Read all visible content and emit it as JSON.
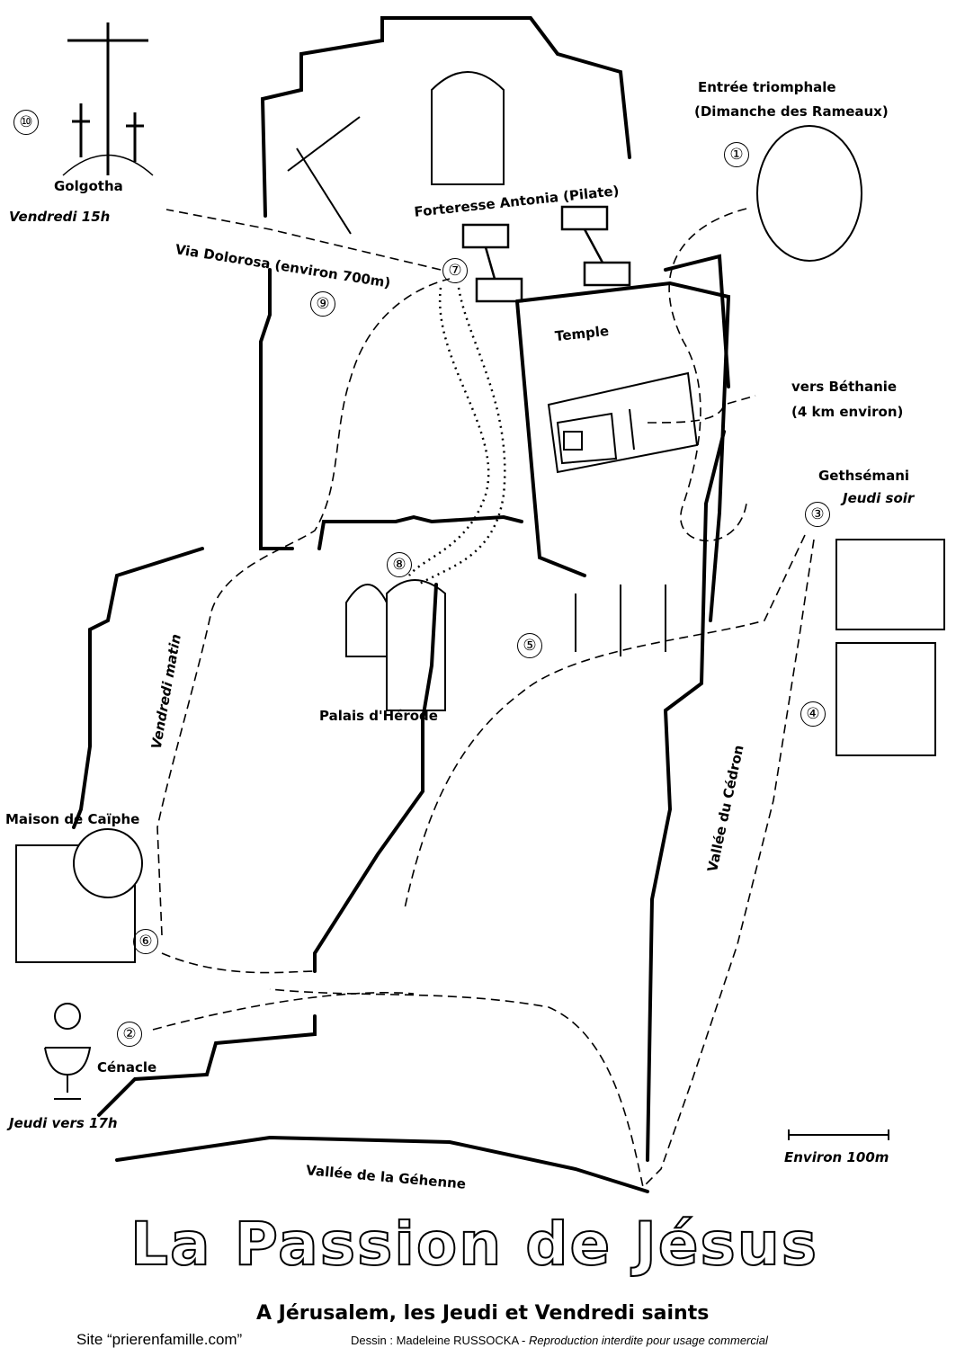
{
  "title": "La Passion de Jésus",
  "subtitle": "A Jérusalem, les Jeudi et Vendredi saints",
  "footer": {
    "site": "Site “prierenfamille.com”",
    "credit": "Dessin : Madeleine RUSSOCKA - ",
    "rights": "Reproduction interdite pour usage commercial"
  },
  "places": {
    "entree_line1": "Entrée triomphale",
    "entree_line2": "(Dimanche des Rameaux)",
    "golgotha": "Golgotha",
    "golgotha_time": "Vendredi 15h",
    "antonia": "Forteresse Antonia (Pilate)",
    "via_dolorosa": "Via Dolorosa (environ 700m)",
    "temple": "Temple",
    "bethanie_line1": "vers Béthanie",
    "bethanie_line2": "(4 km environ)",
    "gethsemani": "Gethsémani",
    "gethsemani_time": "Jeudi soir",
    "herode": "Palais d'Hérode",
    "vendredi_matin": "Vendredi matin",
    "cedron": "Vallée du Cédron",
    "caiphe": "Maison de Caïphe",
    "cenacle": "Cénacle",
    "cenacle_time": "Jeudi vers 17h",
    "scale": "Environ 100m",
    "gehenne": "Vallée de la Géhenne"
  },
  "stations": [
    "①",
    "②",
    "③",
    "④",
    "⑤",
    "⑥",
    "⑦",
    "⑧",
    "⑨",
    "⑩"
  ]
}
